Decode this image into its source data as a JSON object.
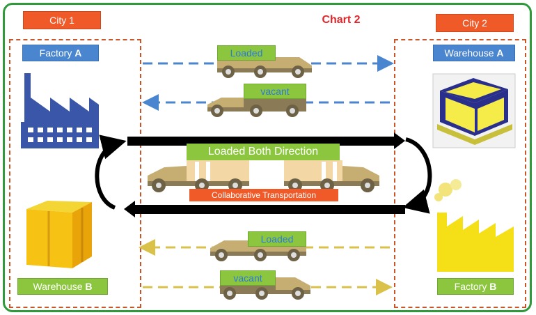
{
  "title": "Chart 2",
  "city1": "City 1",
  "city2": "City 2",
  "factory_a": "Factory ",
  "factory_a_bold": "A",
  "warehouse_a": "Warehouse ",
  "warehouse_a_bold": "A",
  "warehouse_b": "Warehouse ",
  "warehouse_b_bold": "B",
  "factory_b": "Factory ",
  "factory_b_bold": "B",
  "truck_top_loaded": "Loaded",
  "truck_top_vacant": "vacant",
  "both_direction": "Loaded Both Direction",
  "collaborative": "Collaborative Transportation",
  "truck_bottom_loaded": "Loaded",
  "truck_bottom_vacant": "vacant",
  "colors": {
    "frame": "#2e9a3a",
    "city_tag": "#ef5a28",
    "label_blue": "#4a86d0",
    "label_green": "#8cc63f",
    "factory_a": "#3a56a8",
    "factory_b": "#f5df17",
    "truck_body": "#c6ad72",
    "arrow_blue": "#4a86d0",
    "arrow_yellow": "#d9c14a"
  }
}
